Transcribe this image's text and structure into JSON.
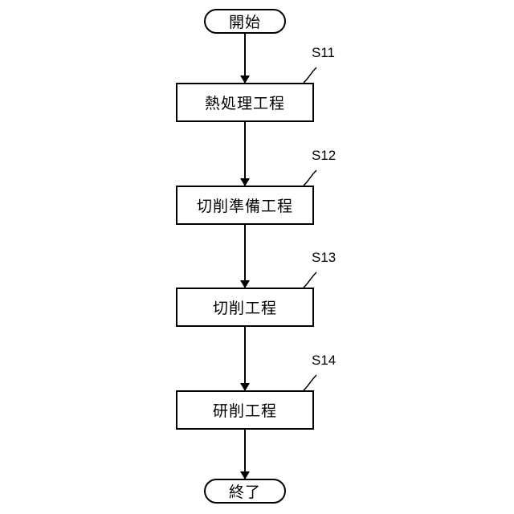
{
  "flowchart": {
    "start_label": "開始",
    "end_label": "終了",
    "steps": [
      {
        "id": "S11",
        "label": "熱処理工程"
      },
      {
        "id": "S12",
        "label": "切削準備工程"
      },
      {
        "id": "S13",
        "label": "切削工程"
      },
      {
        "id": "S14",
        "label": "研削工程"
      }
    ]
  }
}
